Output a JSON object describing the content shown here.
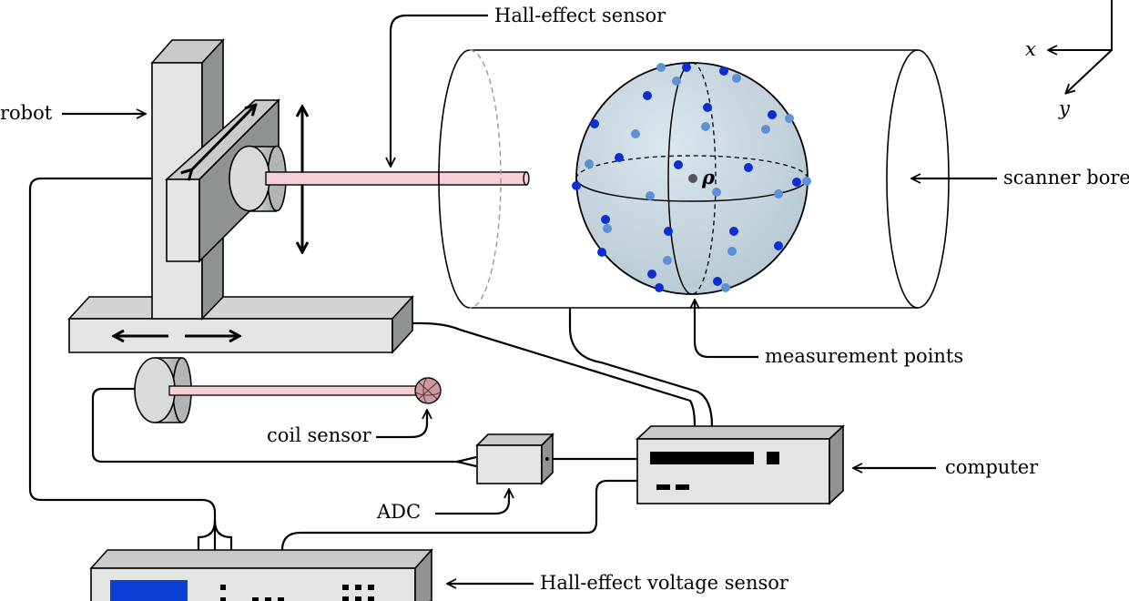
{
  "labels": {
    "hall_sensor": "Hall-effect sensor",
    "robot": "robot",
    "scanner_bore": "scanner bore",
    "measurement_points": "measurement points",
    "coil_sensor": "coil sensor",
    "computer": "computer",
    "adc": "ADC",
    "hall_voltage_sensor": "Hall-effect voltage sensor",
    "center_symbol": "ρ"
  },
  "axes": {
    "x": "x",
    "y": "y"
  },
  "colors": {
    "frame_light": "#e3e5e5",
    "frame_mid": "#c9cbcb",
    "frame_dark": "#8f9393",
    "probe_pink": "#f5cfd6",
    "sphere_fill": "#cbd9e2",
    "point_dark": "#0b2fd0",
    "point_light": "#5b92d6",
    "display_blue": "#0c3fd6"
  }
}
